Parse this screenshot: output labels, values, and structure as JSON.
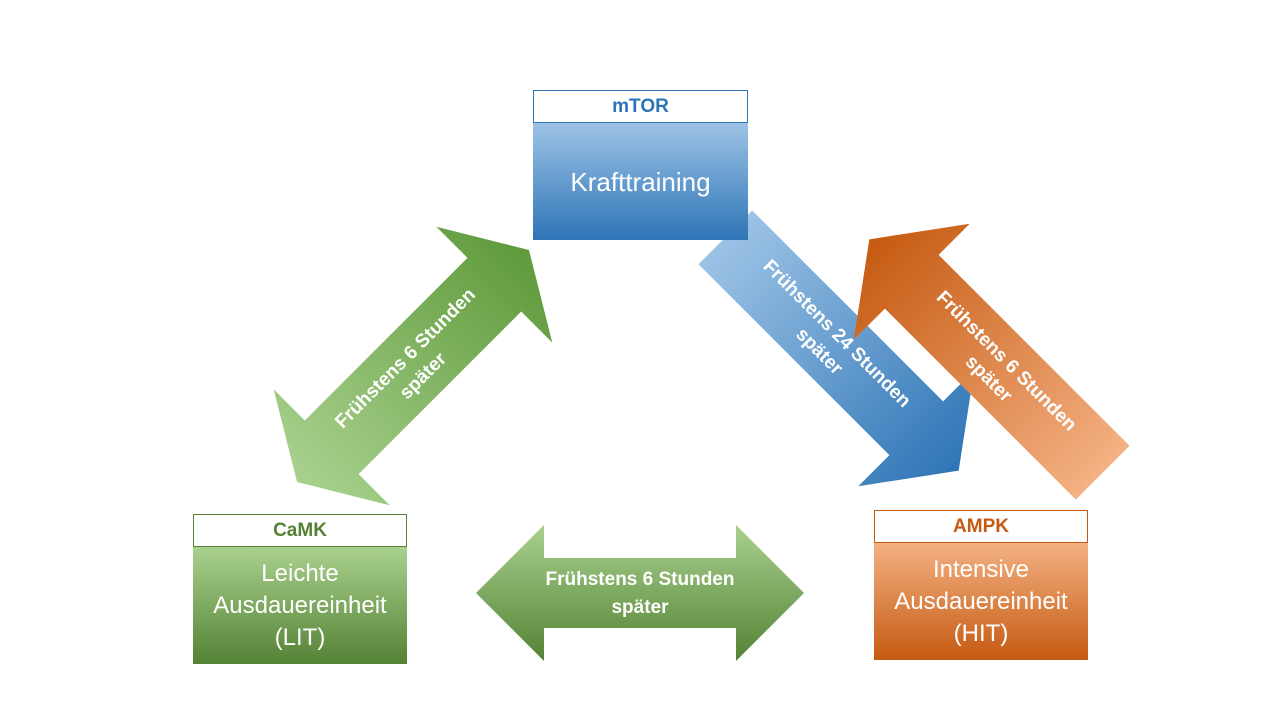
{
  "nodes": {
    "mtor": {
      "label": "mTOR",
      "title": "Krafttraining"
    },
    "camk": {
      "label": "CaMK",
      "title_lines": [
        "Leichte",
        "Ausdauereinheit",
        "(LIT)"
      ]
    },
    "ampk": {
      "label": "AMPK",
      "title_lines": [
        "Intensive",
        "Ausdauereinheit",
        "(HIT)"
      ]
    }
  },
  "arrows": {
    "mtor_camk": {
      "lines": [
        "Frühstens 6 Stunden",
        "später"
      ],
      "direction": "bidirectional"
    },
    "camk_ampk": {
      "lines": [
        "Frühstens 6 Stunden",
        "später"
      ],
      "direction": "bidirectional"
    },
    "mtor_to_ampk": {
      "lines": [
        "Frühstens 24 Stunden",
        "später"
      ],
      "direction": "mTOR to AMPK"
    },
    "ampk_to_mtor": {
      "lines": [
        "Frühstens 6 Stunden",
        "später"
      ],
      "direction": "AMPK to mTOR"
    }
  },
  "colors": {
    "blue": "#2e75b6",
    "green": "#548235",
    "orange": "#c55a11"
  }
}
